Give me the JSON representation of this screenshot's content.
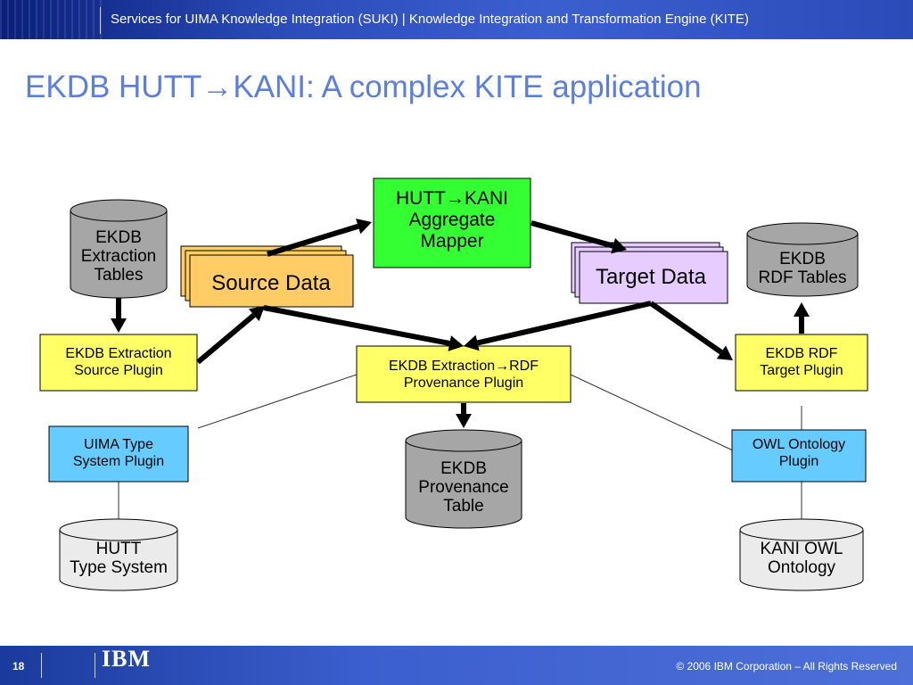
{
  "header": {
    "text": "Services for UIMA Knowledge Integration (SUKI) |  Knowledge Integration and Transformation Engine (KITE)"
  },
  "title": "EKDB HUTT→KANI: A complex KITE application",
  "diagram": {
    "nodes": {
      "mapper": [
        "HUTT→KANI",
        "Aggregate",
        "Mapper"
      ],
      "source_data": [
        "Source Data"
      ],
      "target_data": [
        "Target Data"
      ],
      "extraction_tables": [
        "EKDB",
        "Extraction",
        "Tables"
      ],
      "rdf_tables": [
        "EKDB",
        "RDF Tables"
      ],
      "extraction_plugin": [
        "EKDB Extraction",
        "Source Plugin"
      ],
      "provenance_plugin": [
        "EKDB Extraction→RDF",
        "Provenance Plugin"
      ],
      "rdf_plugin": [
        "EKDB RDF",
        "Target Plugin"
      ],
      "uima_plugin": [
        "UIMA Type",
        "System Plugin"
      ],
      "owl_plugin": [
        "OWL Ontology",
        "Plugin"
      ],
      "provenance_table": [
        "EKDB",
        "Provenance",
        "Table"
      ],
      "hutt_type_system": [
        "HUTT",
        "Type System"
      ],
      "kani_owl": [
        "KANI OWL",
        "Ontology"
      ]
    },
    "colors": {
      "mapper": "#33ff33",
      "source_data": "#ffcc66",
      "target_data": "#e6ccff",
      "plugin": "#ffff66",
      "type_plugin": "#66ccff",
      "db_dark": "#a6a6a6",
      "db_light": "#ebebeb"
    }
  },
  "footer": {
    "page": "18",
    "logo": "IBM",
    "copyright": "© 2006 IBM Corporation – All Rights Reserved"
  }
}
